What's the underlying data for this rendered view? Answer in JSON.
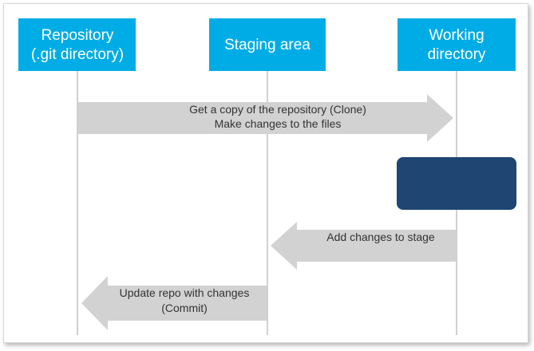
{
  "colors": {
    "header": "#00ace6",
    "lifeline": "#d0d0d0",
    "arrow": "#d2d2d2",
    "activity": "#1f4572",
    "text": "#333333"
  },
  "lanes": [
    {
      "id": "repository",
      "lines": [
        "Repository",
        "(.git directory)"
      ]
    },
    {
      "id": "staging",
      "lines": [
        "Staging area"
      ]
    },
    {
      "id": "working",
      "lines": [
        "Working",
        "directory"
      ]
    }
  ],
  "arrows": [
    {
      "id": "clone",
      "from": "repository",
      "to": "working",
      "lines": [
        "Get a copy of the repository (Clone)",
        "Make changes to the files"
      ]
    },
    {
      "id": "stage",
      "from": "working",
      "to": "staging",
      "lines": [
        "Add changes to stage"
      ]
    },
    {
      "id": "commit",
      "from": "staging",
      "to": "repository",
      "lines": [
        "Update repo with changes",
        "(Commit)"
      ]
    }
  ]
}
